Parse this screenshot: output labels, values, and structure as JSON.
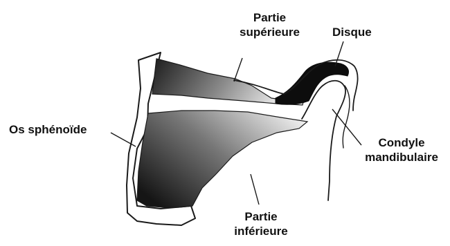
{
  "labels": {
    "partie_superieure": [
      "Partie",
      "supérieure"
    ],
    "disque": "Disque",
    "os_sphenoide": "Os sphénoïde",
    "condyle_mandibulaire": [
      "Condyle",
      "mandibulaire"
    ],
    "partie_inferieure": [
      "Partie",
      "inférieure"
    ]
  },
  "colors": {
    "outline": "#1a1a1a",
    "muscle_dark": "#1b1b1b",
    "muscle_light": "#f2f2f2",
    "disc": "#0d0d0d"
  }
}
